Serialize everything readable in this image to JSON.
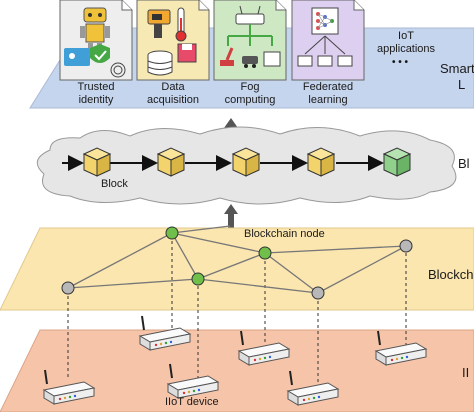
{
  "top_layer": {
    "cards": [
      {
        "label_line1": "Trusted",
        "label_line2": "identity",
        "color": "#eeeeee",
        "icon": "robot-fingerprint-icon"
      },
      {
        "label_line1": "Data",
        "label_line2": "acquisition",
        "color": "#f7e9b4",
        "icon": "sensor-disk-icon"
      },
      {
        "label_line1": "Fog",
        "label_line2": "computing",
        "color": "#cfe8c4",
        "icon": "router-network-icon"
      },
      {
        "label_line1": "Federated",
        "label_line2": "learning",
        "color": "#dccff0",
        "icon": "neural-network-icon"
      }
    ],
    "apps_line1": "IoT",
    "apps_line2": "applications",
    "apps_ellipsis": "• • •",
    "side_label_line1": "Smart",
    "side_label_line2": "L"
  },
  "blockchain": {
    "block_label": "Block",
    "side_label": "Bl",
    "block_colors": [
      "#f3d36b",
      "#f3d36b",
      "#f3d36b",
      "#f3d36b",
      "#8fd18b"
    ]
  },
  "network": {
    "node_label": "Blockchain node",
    "side_label": "Blockch",
    "node_colors": {
      "green": "#6fbf4a",
      "gray": "#b8b8b8"
    }
  },
  "device_layer": {
    "device_label": "IIoT device",
    "side_label": "II"
  },
  "colors": {
    "top_plane": "#c6d5ee",
    "chain_plane": "#fbe6b0",
    "device_plane": "#f6c4a8",
    "arrow": "#555555"
  }
}
